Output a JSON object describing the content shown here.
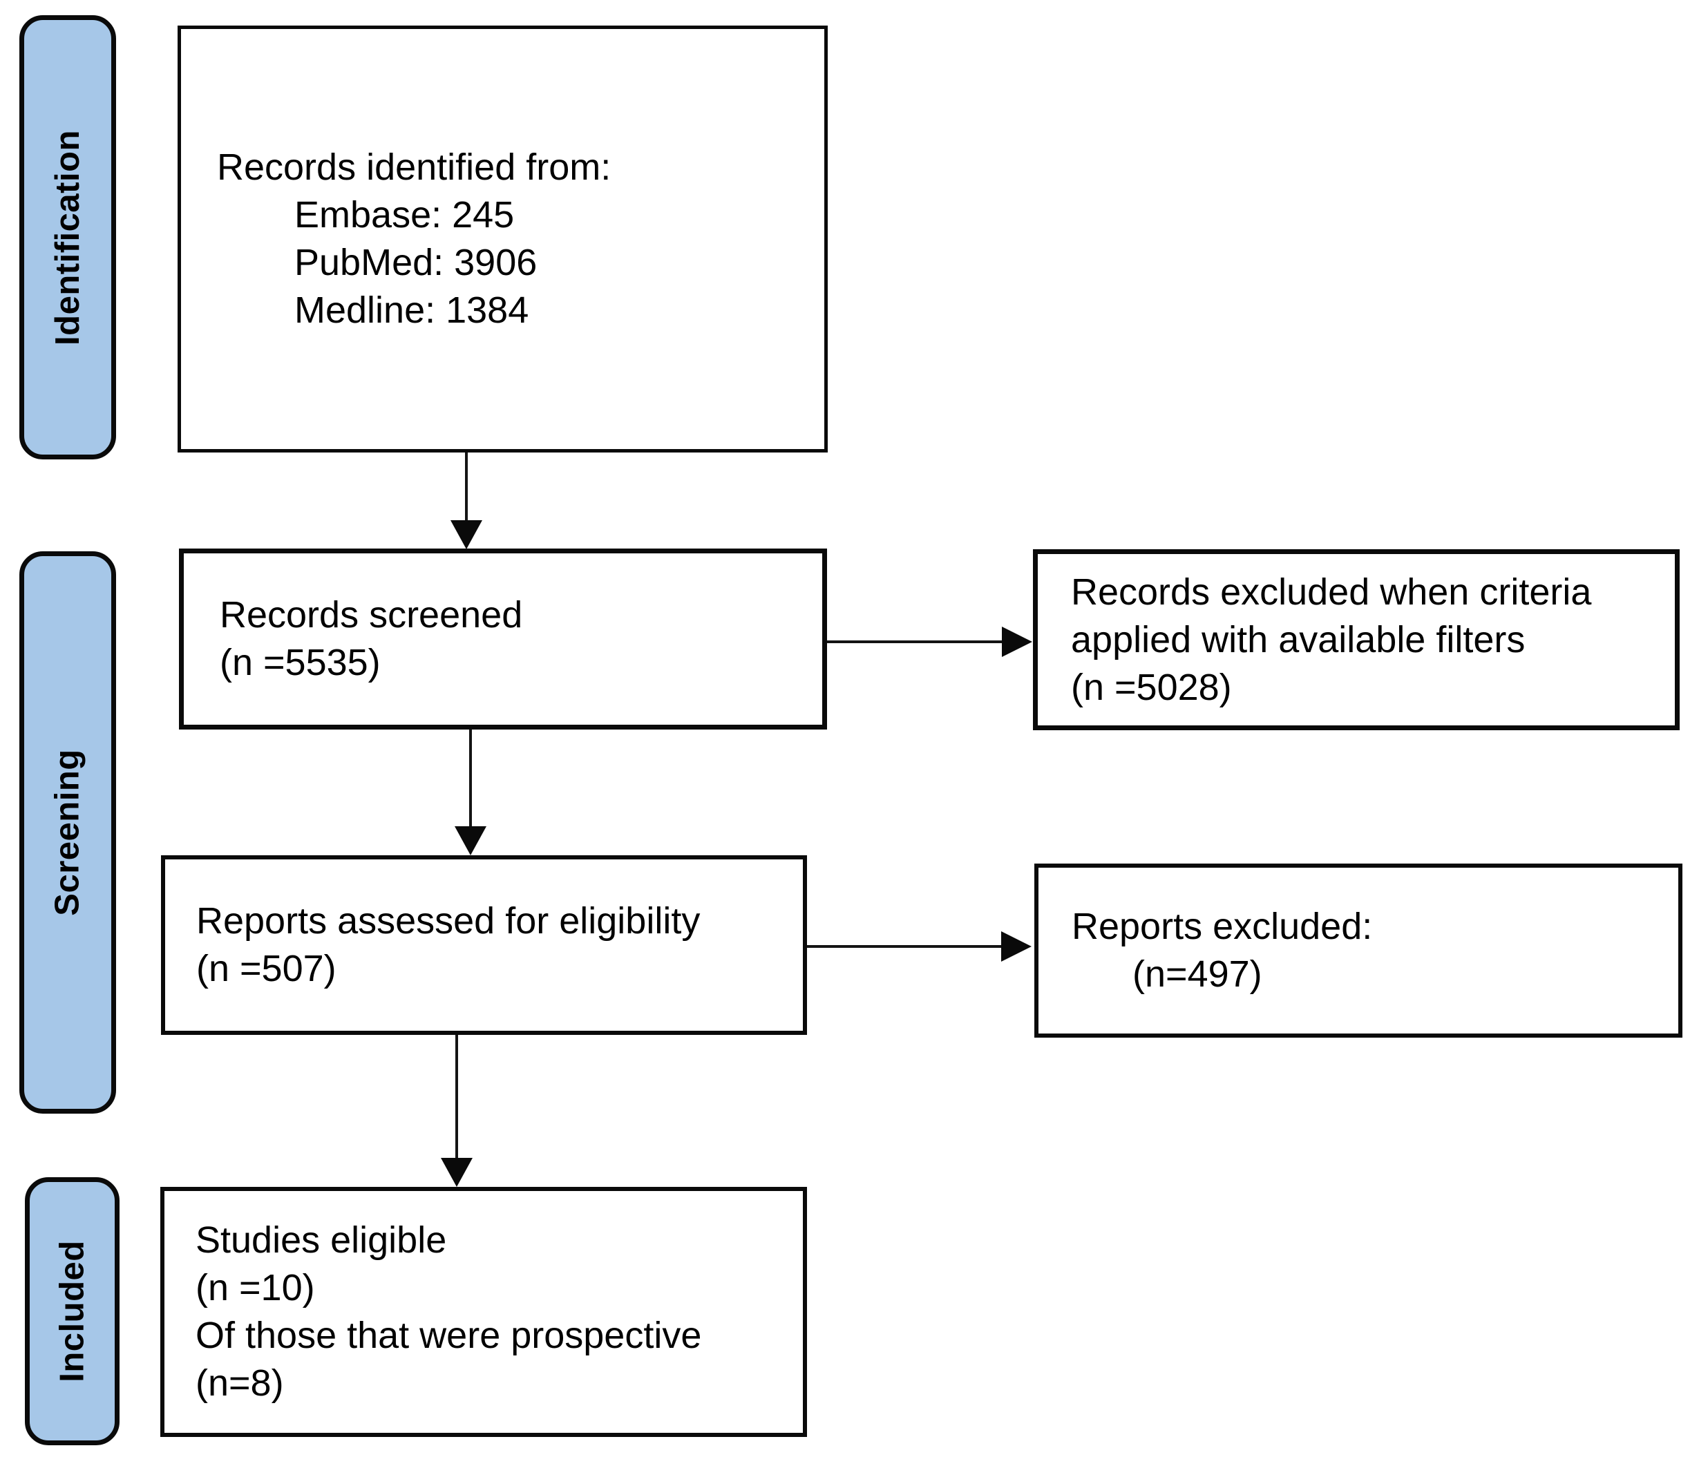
{
  "diagram_type": "prisma-flow",
  "colors": {
    "stage_fill": "#a6c7e8",
    "stage_border": "#0a0a0a",
    "box_border": "#0a0a0a",
    "box_fill": "#ffffff",
    "arrow": "#141414",
    "text": "#000000",
    "background": "#ffffff"
  },
  "stages": {
    "identification": {
      "label": "Identification"
    },
    "screening": {
      "label": "Screening"
    },
    "included": {
      "label": "Included"
    }
  },
  "boxes": {
    "records_identified": {
      "lines": [
        "Records identified from:",
        "Embase: 245",
        "PubMed: 3906",
        "Medline: 1384"
      ]
    },
    "records_screened": {
      "lines": [
        "Records screened",
        "(n =5535)"
      ]
    },
    "records_excluded": {
      "lines": [
        "Records excluded when criteria",
        "applied with available filters",
        "(n =5028)"
      ]
    },
    "reports_assessed": {
      "lines": [
        "Reports assessed for eligibility",
        "(n =507)"
      ]
    },
    "reports_excluded": {
      "lines": [
        "Reports excluded:",
        "(n=497)"
      ]
    },
    "studies_eligible": {
      "lines": [
        "Studies eligible",
        "(n =10)",
        "Of those that were prospective",
        "(n=8)"
      ]
    }
  },
  "data_summary": {
    "sources": [
      {
        "name": "Embase",
        "count": 245
      },
      {
        "name": "PubMed",
        "count": 3906
      },
      {
        "name": "Medline",
        "count": 1384
      }
    ],
    "records_screened": 5535,
    "records_excluded_with_filters": 5028,
    "reports_assessed_for_eligibility": 507,
    "reports_excluded": 497,
    "studies_eligible": 10,
    "prospective_studies": 8
  }
}
